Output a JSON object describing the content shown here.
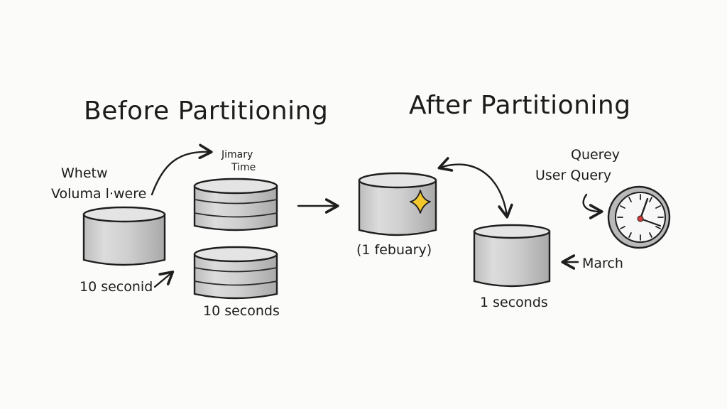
{
  "titles": {
    "before": "Before Partitioning",
    "after": "After Partitioning"
  },
  "before": {
    "source_label_line1": "Whetw",
    "source_label_line2": "Volumа l·wеre",
    "source_caption": "10 seconid",
    "target_label_line1": "Jimary",
    "target_label_line2": "Time",
    "target_caption": "10 seconds"
  },
  "after": {
    "partition_caption": "(1 febuary)",
    "partition2_caption": "1 seconds",
    "month_label": "March",
    "query_label_line1": "Querey",
    "query_label_line2": "User Query"
  },
  "icons": {
    "sparkle_color": "#f2c82c",
    "clock_hand_color": "#d43a3a"
  }
}
